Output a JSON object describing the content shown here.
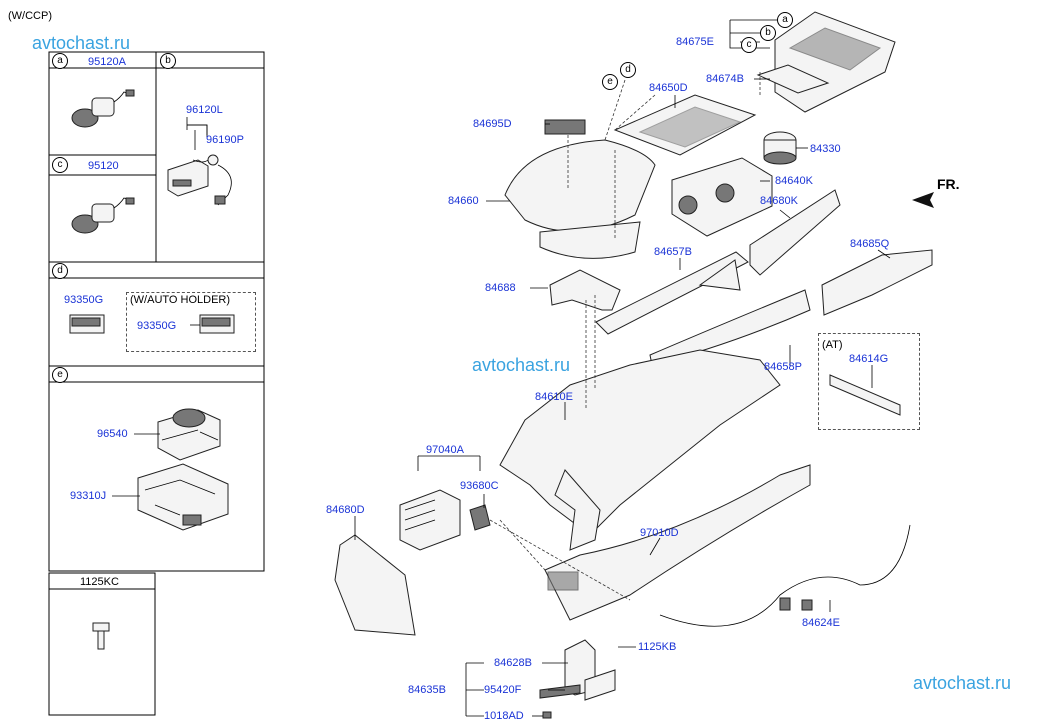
{
  "variant": "(W/CCP)",
  "watermark": "avtochast.ru",
  "front_label": "FR.",
  "sidebox": {
    "a": {
      "letter": "a",
      "part": "95120A"
    },
    "b": {
      "letter": "b",
      "part1": "96120L",
      "part2": "96190P"
    },
    "c": {
      "letter": "c",
      "part": "95120"
    },
    "d": {
      "letter": "d",
      "part": "93350G",
      "note": "(W/AUTO HOLDER)",
      "part2": "93350G"
    },
    "e": {
      "letter": "e",
      "part1": "96540",
      "part2": "93310J"
    },
    "f": {
      "part": "1125KC"
    }
  },
  "callouts": {
    "84675E": "84675E",
    "84674B": "84674B",
    "84650D": "84650D",
    "84695D": "84695D",
    "84330": "84330",
    "84660": "84660",
    "84640K": "84640K",
    "84680K": "84680K",
    "84685Q": "84685Q",
    "84657B": "84657B",
    "84688": "84688",
    "84658P": "84658P",
    "AT": "(AT)",
    "84614G": "84614G",
    "84610E": "84610E",
    "97040A": "97040A",
    "93680C": "93680C",
    "84680D": "84680D",
    "97010D": "97010D",
    "84624E": "84624E",
    "1125KB": "1125KB",
    "84628B": "84628B",
    "84635B": "84635B",
    "95420F": "95420F",
    "1018AD": "1018AD"
  },
  "circle_letters": [
    "a",
    "b",
    "c",
    "d",
    "e"
  ]
}
